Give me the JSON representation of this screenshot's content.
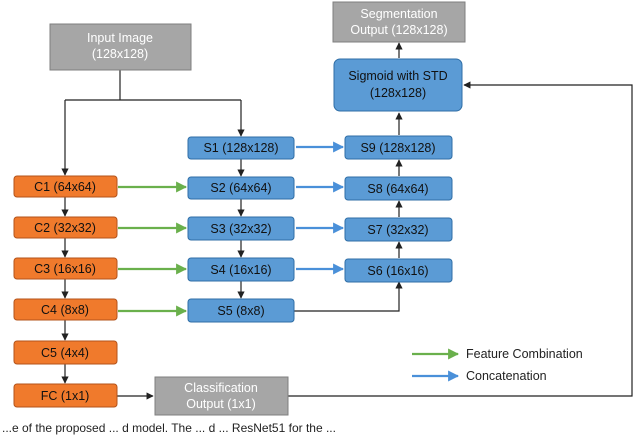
{
  "diagram": {
    "colors": {
      "orange_fill": "#f07a2c",
      "orange_stroke": "#b3531a",
      "blue_fill": "#5b9bd5",
      "blue_stroke": "#2f6ea6",
      "gray_fill": "#a6a6a6",
      "gray_stroke": "#7f7f7f",
      "green_arrow": "#6ab04c",
      "blue_arrow": "#4a90d9",
      "line": "#222222"
    },
    "nodes": {
      "input": {
        "line1": "Input Image",
        "line2": "(128x128)"
      },
      "seg_output": {
        "line1": "Segmentation",
        "line2": "Output (128x128)"
      },
      "sigmoid": {
        "line1": "Sigmoid with STD",
        "line2": "(128x128)"
      },
      "c1": "C1 (64x64)",
      "c2": "C2 (32x32)",
      "c3": "C3 (16x16)",
      "c4": "C4 (8x8)",
      "c5": "C5 (4x4)",
      "fc": "FC (1x1)",
      "cls_output": {
        "line1": "Classification",
        "line2": "Output (1x1)"
      },
      "s1": "S1 (128x128)",
      "s2": "S2 (64x64)",
      "s3": "S3 (32x32)",
      "s4": "S4 (16x16)",
      "s5": "S5 (8x8)",
      "s6": "S6 (16x16)",
      "s7": "S7 (32x32)",
      "s8": "S8 (64x64)",
      "s9": "S9 (128x128)"
    },
    "legend": {
      "feature_combination": "Feature Combination",
      "concatenation": "Concatenation"
    },
    "caption": "...e of the proposed ... d model. The ... d ... ResNet51 for the ..."
  }
}
